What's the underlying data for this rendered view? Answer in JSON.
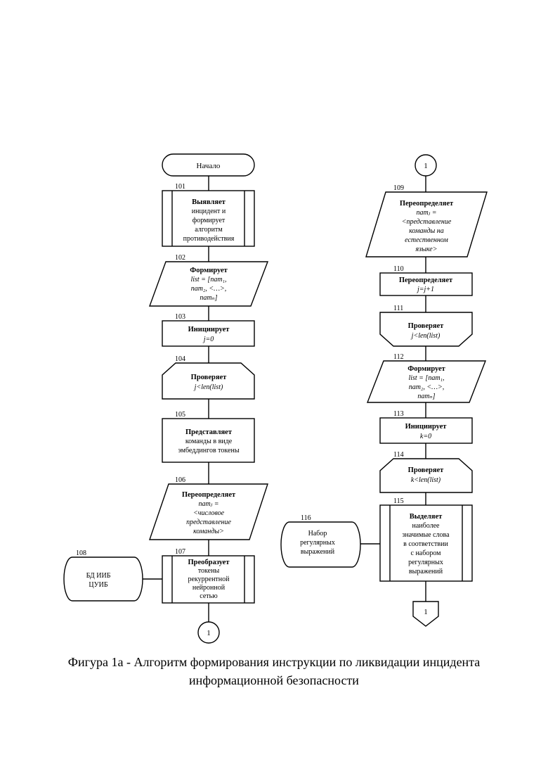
{
  "diagram": {
    "start": "Начало",
    "connector": "1",
    "b101": {
      "num": "101",
      "lines": [
        {
          "t": "Выявляет",
          "s": "b"
        },
        {
          "t": "инцидент и",
          "s": "n"
        },
        {
          "t": "формирует",
          "s": "n"
        },
        {
          "t": "алгоритм",
          "s": "n"
        },
        {
          "t": "противодействия",
          "s": "n"
        }
      ]
    },
    "b102": {
      "num": "102",
      "lines": [
        {
          "t": "Формирует",
          "s": "b"
        },
        {
          "t": "list = [nam₁,",
          "s": "i"
        },
        {
          "t": "nam₂, <…>,",
          "s": "i"
        },
        {
          "t": "namₙ]",
          "s": "i"
        }
      ]
    },
    "b103": {
      "num": "103",
      "lines": [
        {
          "t": "Инициирует",
          "s": "b"
        },
        {
          "t": "j=0",
          "s": "i"
        }
      ]
    },
    "b104": {
      "num": "104",
      "lines": [
        {
          "t": "Проверяет",
          "s": "b"
        },
        {
          "t": "j<len(list)",
          "s": "i"
        }
      ]
    },
    "b105": {
      "num": "105",
      "lines": [
        {
          "t": "Представляет",
          "s": "b"
        },
        {
          "t": "команды в виде",
          "s": "n"
        },
        {
          "t": "эмбеддингов токены",
          "s": "n"
        }
      ]
    },
    "b106": {
      "num": "106",
      "lines": [
        {
          "t": "Переопределяет",
          "s": "b"
        },
        {
          "t": "namⱼ =",
          "s": "i"
        },
        {
          "t": "<числовое",
          "s": "i"
        },
        {
          "t": "представление",
          "s": "i"
        },
        {
          "t": "команды>",
          "s": "i"
        }
      ]
    },
    "b107": {
      "num": "107",
      "lines": [
        {
          "t": "Преобразует",
          "s": "b"
        },
        {
          "t": "токены",
          "s": "n"
        },
        {
          "t": "рекуррентной",
          "s": "n"
        },
        {
          "t": "нейронной",
          "s": "n"
        },
        {
          "t": "сетью",
          "s": "n"
        }
      ]
    },
    "b108": {
      "num": "108",
      "lines": [
        {
          "t": "БД  ИИБ",
          "s": "n"
        },
        {
          "t": "ЦУИБ",
          "s": "n"
        }
      ]
    },
    "b109": {
      "num": "109",
      "lines": [
        {
          "t": "Переопределяет",
          "s": "b"
        },
        {
          "t": "namⱼ =",
          "s": "i"
        },
        {
          "t": "<представление",
          "s": "i"
        },
        {
          "t": "команды на",
          "s": "i"
        },
        {
          "t": "естественном",
          "s": "i"
        },
        {
          "t": "языке>",
          "s": "i"
        }
      ]
    },
    "b110": {
      "num": "110",
      "lines": [
        {
          "t": "Переопределяет",
          "s": "b"
        },
        {
          "t": "j=j+1",
          "s": "i"
        }
      ]
    },
    "b111": {
      "num": "111",
      "lines": [
        {
          "t": "Проверяет",
          "s": "b"
        },
        {
          "t": "j<len(list)",
          "s": "i"
        }
      ]
    },
    "b112": {
      "num": "112",
      "lines": [
        {
          "t": "Формирует",
          "s": "b"
        },
        {
          "t": "list = [nam₁,",
          "s": "i"
        },
        {
          "t": "nam₂, <…>,",
          "s": "i"
        },
        {
          "t": "namₙ]",
          "s": "i"
        }
      ]
    },
    "b113": {
      "num": "113",
      "lines": [
        {
          "t": "Инициирует",
          "s": "b"
        },
        {
          "t": "k=0",
          "s": "i"
        }
      ]
    },
    "b114": {
      "num": "114",
      "lines": [
        {
          "t": "Проверяет",
          "s": "b"
        },
        {
          "t": "k<len(list)",
          "s": "i"
        }
      ]
    },
    "b115": {
      "num": "115",
      "lines": [
        {
          "t": "Выделяет",
          "s": "b"
        },
        {
          "t": "наиболее",
          "s": "n"
        },
        {
          "t": "значимые слова",
          "s": "n"
        },
        {
          "t": "в соответствии",
          "s": "n"
        },
        {
          "t": "с набором",
          "s": "n"
        },
        {
          "t": "регулярных",
          "s": "n"
        },
        {
          "t": "выражений",
          "s": "n"
        }
      ]
    },
    "b116": {
      "num": "116",
      "lines": [
        {
          "t": "Набор",
          "s": "n"
        },
        {
          "t": "регулярных",
          "s": "n"
        },
        {
          "t": "выражений",
          "s": "n"
        }
      ]
    }
  },
  "caption": {
    "line1": "Фигура 1а - Алгоритм формирования инструкции по ликвидации инцидента",
    "line2": "информационной безопасности"
  }
}
